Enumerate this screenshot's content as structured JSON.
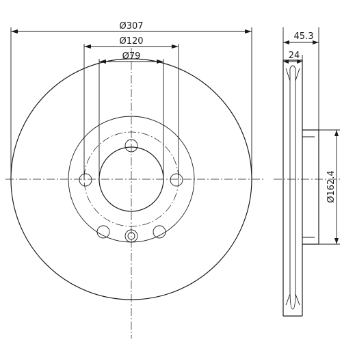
{
  "front_view": {
    "outer_diameter_label": "Ø307",
    "hub_diameter_label": "Ø120",
    "center_bore_label": "Ø79"
  },
  "side_view": {
    "total_thickness_label": "45.3",
    "disc_thickness_label": "24",
    "hat_diameter_label": "Ø162.4"
  },
  "colors": {
    "line": "#1a1a1a",
    "background": "#ffffff"
  }
}
